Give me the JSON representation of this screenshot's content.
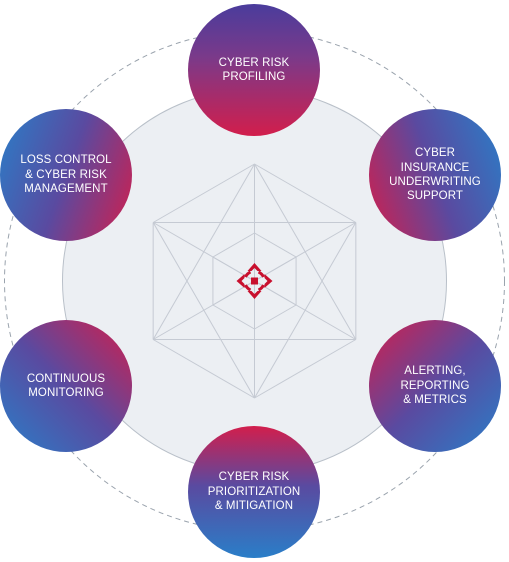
{
  "colors": {
    "accent_red": "#d21e4c",
    "accent_blue": "#2a7ec8",
    "center_fill": "#eceff3",
    "line_color": "#c5cad3",
    "dashed_ring": "#9aa3ad"
  },
  "center_icon": "company-logo",
  "nodes": [
    {
      "id": "profiling",
      "label": "CYBER RISK\nPROFILING"
    },
    {
      "id": "insurance",
      "label": "CYBER\nINSURANCE\nUNDERWRITING\nSUPPORT"
    },
    {
      "id": "alerting",
      "label": "ALERTING,\nREPORTING\n& METRICS"
    },
    {
      "id": "prioritization",
      "label": "CYBER RISK\nPRIORITIZATION\n& MITIGATION"
    },
    {
      "id": "monitoring",
      "label": "CONTINUOUS\nMONITORING"
    },
    {
      "id": "loss_control",
      "label": "LOSS CONTROL\n& CYBER RISK\nMANAGEMENT"
    }
  ]
}
